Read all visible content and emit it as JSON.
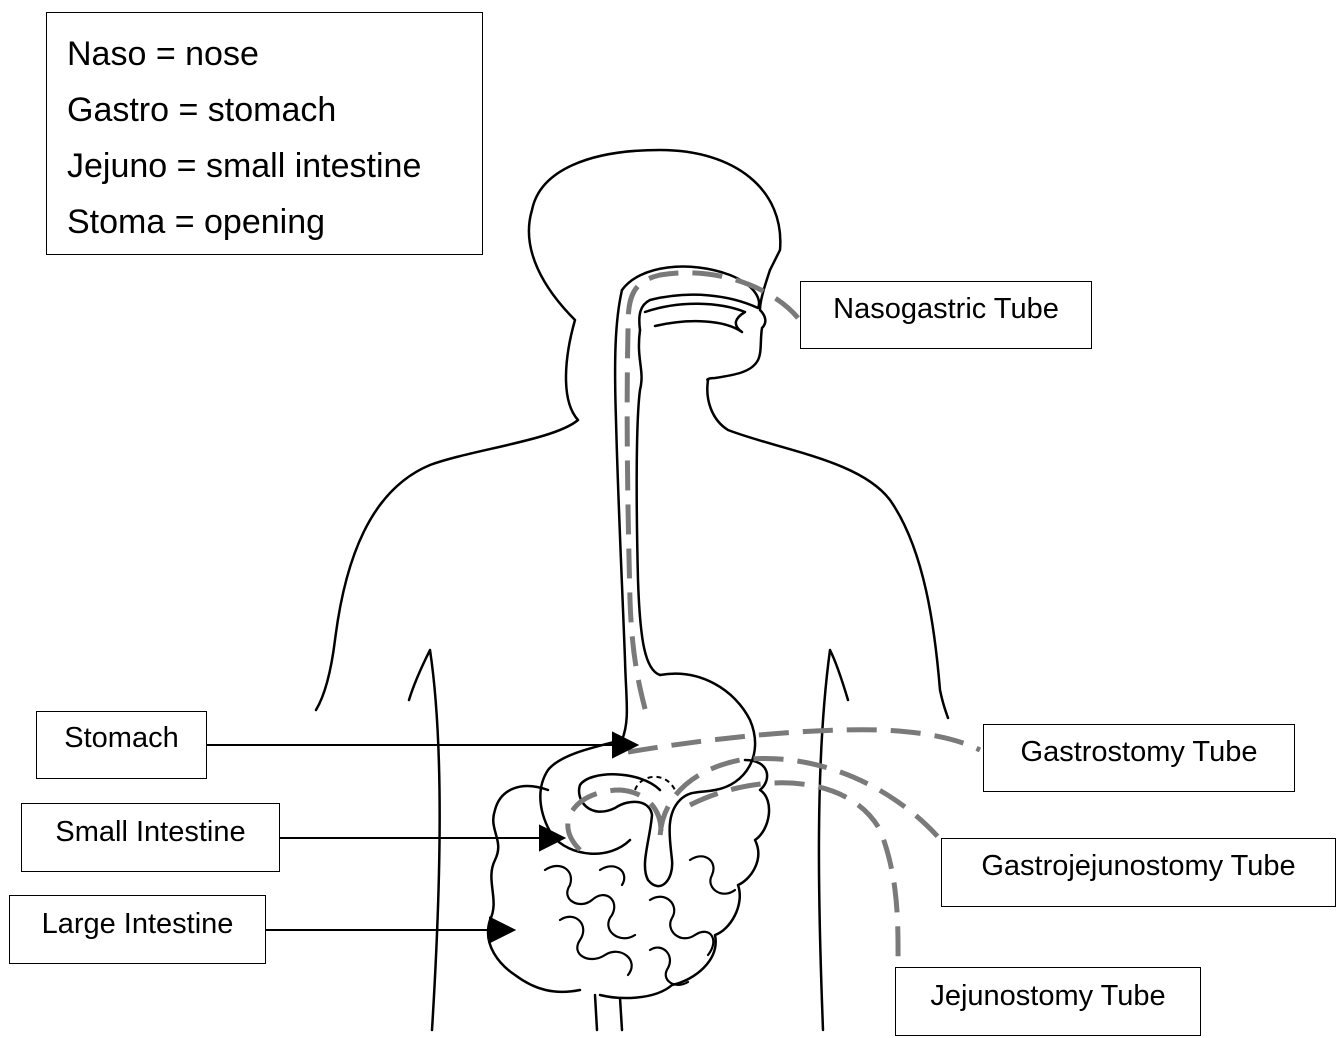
{
  "glossary": {
    "naso": "Naso = nose",
    "gastro": "Gastro = stomach",
    "jejuno": "Jejuno = small intestine",
    "stoma": "Stoma = opening"
  },
  "labels": {
    "stomach": "Stomach",
    "small_intestine": "Small Intestine",
    "large_intestine": "Large Intestine",
    "nasogastric_tube": "Nasogastric Tube",
    "gastrostomy_tube": "Gastrostomy Tube",
    "gastrojejunostomy_tube": "Gastrojejunostomy Tube",
    "jejunostomy_tube": "Jejunostomy Tube"
  },
  "colors": {
    "outline": "#000000",
    "tube_dash": "#7a7a7a"
  }
}
